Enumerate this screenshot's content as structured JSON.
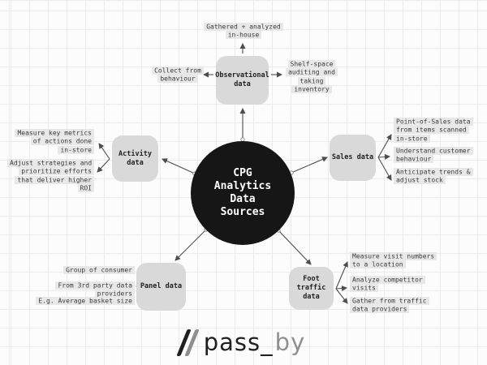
{
  "colors": {
    "background": "#fcfcfc",
    "grid_line": "#ececec",
    "circle_fill": "#161616",
    "circle_text": "#ffffff",
    "node_fill": "#d9d9d9",
    "label_highlight": "#e8e8e8",
    "text": "#3a3a3a",
    "line": "#4d4d4d",
    "logo_dark": "#1f1f1f",
    "logo_light": "#8f8f8f"
  },
  "center": {
    "label": "CPG\nAnalytics\nData\nSources"
  },
  "nodes": {
    "observational": {
      "label": "Observational\ndata",
      "items": [
        {
          "text": "Gathered + analyzed\nin-house"
        },
        {
          "text": "Collect from\nbehaviour"
        },
        {
          "text": "Shelf-space\nauditing and\ntaking\ninventory"
        }
      ]
    },
    "activity": {
      "label": "Activity\ndata",
      "items": [
        {
          "text": "Measure key metrics\nof actions done\nin-store"
        },
        {
          "text": "Adjust strategies and\nprioritize efforts\nthat deliver higher\nROI"
        }
      ]
    },
    "sales": {
      "label": "Sales data",
      "items": [
        {
          "text": "Point-of-Sales data\nfrom items scanned\nin-store"
        },
        {
          "text": "Understand customer\nbehaviour"
        },
        {
          "text": "Anticipate trends &\nadjust stock"
        }
      ]
    },
    "panel": {
      "label": "Panel data",
      "items": [
        {
          "text": "Group of consumer"
        },
        {
          "text": "From 3rd party data providers"
        },
        {
          "text": "E.g. Average basket size"
        }
      ]
    },
    "foot_traffic": {
      "label": "Foot\ntraffic\ndata",
      "items": [
        {
          "text": "Measure visit numbers\nto a location"
        },
        {
          "text": "Analyze competitor\nvisits"
        },
        {
          "text": "Gather from traffic\ndata providers"
        }
      ]
    }
  },
  "logo": {
    "slash_dark": "/",
    "slash_light": "/",
    "text_dark": "pass_",
    "text_light": "by"
  }
}
